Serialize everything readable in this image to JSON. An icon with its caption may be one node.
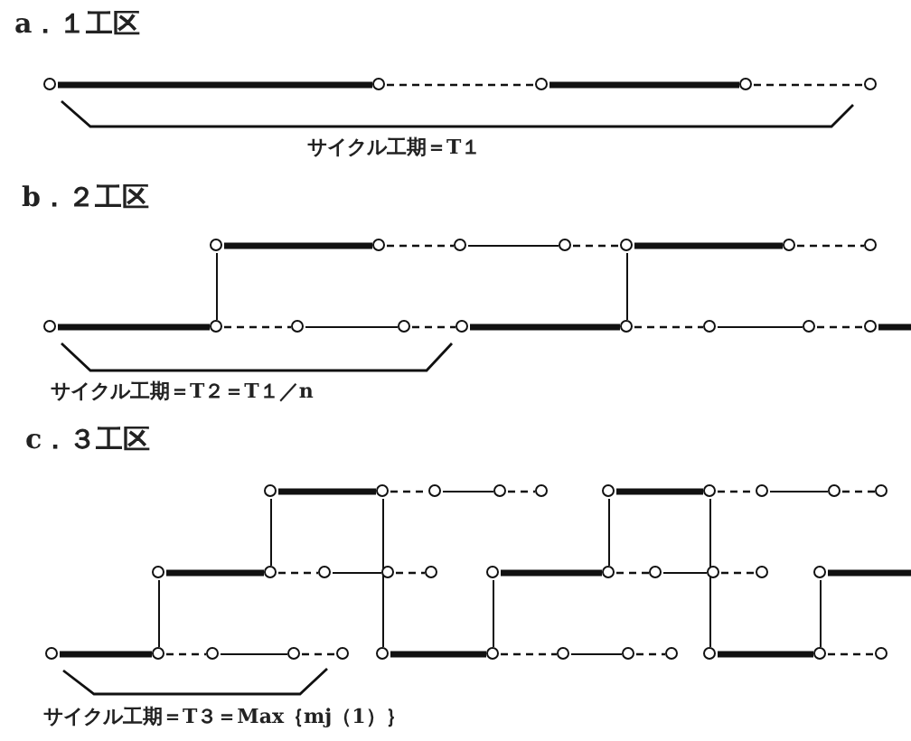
{
  "diagram": {
    "nodes": [
      {
        "text": [],
        "shape": "circle"
      },
      {
        "text": [],
        "shape": "circle"
      },
      {
        "text": [],
        "shape": "circle"
      },
      {
        "text": [],
        "shape": "circle"
      },
      {
        "text": [],
        "shape": "circle"
      },
      {
        "text": [],
        "shape": "circle"
      },
      {
        "text": [],
        "shape": "circle"
      },
      {
        "text": [],
        "shape": "circle"
      },
      {
        "text": [],
        "shape": "circle"
      },
      {
        "text": [],
        "shape": "circle"
      },
      {
        "text": [],
        "shape": "circle"
      },
      {
        "text": [],
        "shape": "circle"
      },
      {
        "text": [],
        "shape": "circle"
      },
      {
        "text": [],
        "shape": "circle"
      },
      {
        "text": [],
        "shape": "circle"
      },
      {
        "text": [],
        "shape": "circle"
      },
      {
        "text": [],
        "shape": "circle"
      },
      {
        "text": [],
        "shape": "circle"
      },
      {
        "text": [],
        "shape": "circle"
      },
      {
        "text": [],
        "shape": "circle"
      },
      {
        "text": [],
        "shape": "circle"
      },
      {
        "text": [],
        "shape": "circle"
      },
      {
        "text": [],
        "shape": "circle"
      },
      {
        "text": [],
        "shape": "circle"
      },
      {
        "text": [],
        "shape": "circle"
      },
      {
        "text": [],
        "shape": "circle"
      },
      {
        "text": [],
        "shape": "circle"
      },
      {
        "text": [],
        "shape": "circle"
      },
      {
        "text": [],
        "shape": "circle"
      },
      {
        "text": [],
        "shape": "circle"
      },
      {
        "text": [],
        "shape": "circle"
      },
      {
        "text": [],
        "shape": "circle"
      },
      {
        "text": [],
        "shape": "circle"
      },
      {
        "text": [],
        "shape": "circle"
      },
      {
        "text": [],
        "shape": "circle"
      },
      {
        "text": [],
        "shape": "circle"
      },
      {
        "text": [],
        "shape": "circle"
      },
      {
        "text": [],
        "shape": "circle"
      },
      {
        "text": [],
        "shape": "circle"
      },
      {
        "text": [],
        "shape": "circle"
      },
      {
        "text": [],
        "shape": "circle"
      },
      {
        "text": [],
        "shape": "circle"
      },
      {
        "text": [],
        "shape": "circle"
      },
      {
        "text": [],
        "shape": "circle"
      },
      {
        "text": [],
        "shape": "circle"
      },
      {
        "text": [],
        "shape": "circle"
      },
      {
        "text": [],
        "shape": "circle"
      },
      {
        "text": [],
        "shape": "circle"
      },
      {
        "text": [],
        "shape": "circle"
      },
      {
        "text": [],
        "shape": "circle"
      },
      {
        "text": [],
        "shape": "circle"
      },
      {
        "text": [],
        "shape": "circle"
      },
      {
        "text": [],
        "shape": "circle"
      },
      {
        "text": [],
        "shape": "circle"
      },
      {
        "text": [],
        "shape": "circle"
      }
    ],
    "edges": [
      {
        "from": 0,
        "to": 1,
        "arrow": "none",
        "style": "thick"
      },
      {
        "from": 1,
        "to": 2,
        "arrow": "none",
        "style": "dashed"
      },
      {
        "from": 2,
        "to": 3,
        "arrow": "none",
        "style": "thick"
      },
      {
        "from": 3,
        "to": 4,
        "arrow": "none",
        "style": "dashed"
      },
      {
        "from": 5,
        "to": 6,
        "arrow": "none",
        "style": "thick"
      },
      {
        "from": 6,
        "to": 7,
        "arrow": "none",
        "style": "dashed"
      },
      {
        "from": 7,
        "to": 8,
        "arrow": "none"
      },
      {
        "from": 8,
        "to": 9,
        "arrow": "none",
        "style": "dashed"
      },
      {
        "from": 9,
        "to": 10,
        "arrow": "none",
        "style": "thick"
      },
      {
        "from": 10,
        "to": 11,
        "arrow": "none",
        "style": "dashed"
      },
      {
        "from": 12,
        "to": 13,
        "arrow": "none",
        "style": "thick"
      },
      {
        "from": 13,
        "to": 14,
        "arrow": "none",
        "style": "dashed"
      },
      {
        "from": 14,
        "to": 15,
        "arrow": "none"
      },
      {
        "from": 15,
        "to": 16,
        "arrow": "none",
        "style": "dashed"
      },
      {
        "from": 16,
        "to": 17,
        "arrow": "none",
        "style": "thick"
      },
      {
        "from": 17,
        "to": 18,
        "arrow": "none",
        "style": "dashed"
      },
      {
        "from": 18,
        "to": 19,
        "arrow": "none"
      },
      {
        "from": 19,
        "to": 20,
        "arrow": "none",
        "style": "dashed"
      },
      {
        "from": 20,
        "to": null,
        "arrow": "none",
        "style": "thick"
      },
      {
        "from": 13,
        "to": 5,
        "arrow": "none"
      },
      {
        "from": 9,
        "to": 17,
        "arrow": "none"
      },
      {
        "from": 21,
        "to": 22,
        "arrow": "none",
        "style": "thick"
      },
      {
        "from": 22,
        "to": 23,
        "arrow": "none",
        "style": "dashed"
      },
      {
        "from": 23,
        "to": 24,
        "arrow": "none"
      },
      {
        "from": 24,
        "to": 25,
        "arrow": "none",
        "style": "dashed"
      },
      {
        "from": 26,
        "to": 27,
        "arrow": "none",
        "style": "thick"
      },
      {
        "from": 27,
        "to": 28,
        "arrow": "none",
        "style": "dashed"
      },
      {
        "from": 28,
        "to": 29,
        "arrow": "none"
      },
      {
        "from": 29,
        "to": 30,
        "arrow": "none",
        "style": "dashed"
      },
      {
        "from": 31,
        "to": 32,
        "arrow": "none",
        "style": "thick"
      },
      {
        "from": 32,
        "to": 33,
        "arrow": "none",
        "style": "dashed"
      },
      {
        "from": 33,
        "to": 34,
        "arrow": "none"
      },
      {
        "from": 34,
        "to": 35,
        "arrow": "none",
        "style": "dashed"
      },
      {
        "from": 36,
        "to": 37,
        "arrow": "none",
        "style": "thick"
      },
      {
        "from": 37,
        "to": 38,
        "arrow": "none",
        "style": "dashed"
      },
      {
        "from": 38,
        "to": 39,
        "arrow": "none"
      },
      {
        "from": 39,
        "to": 40,
        "arrow": "none",
        "style": "dashed"
      },
      {
        "from": 41,
        "to": null,
        "arrow": "none",
        "style": "thick"
      },
      {
        "from": 42,
        "to": 43,
        "arrow": "none",
        "style": "thick"
      },
      {
        "from": 43,
        "to": 44,
        "arrow": "none",
        "style": "dashed"
      },
      {
        "from": 44,
        "to": 45,
        "arrow": "none"
      },
      {
        "from": 45,
        "to": 46,
        "arrow": "none",
        "style": "dashed"
      },
      {
        "from": 47,
        "to": 48,
        "arrow": "none",
        "style": "thick"
      },
      {
        "from": 48,
        "to": 49,
        "arrow": "none",
        "style": "dashed"
      },
      {
        "from": 49,
        "to": 50,
        "arrow": "none"
      },
      {
        "from": 50,
        "to": 51,
        "arrow": "none",
        "style": "dashed"
      },
      {
        "from": 52,
        "to": 53,
        "arrow": "none",
        "style": "thick"
      },
      {
        "from": 53,
        "to": 54,
        "arrow": "none",
        "style": "dashed"
      },
      {
        "from": 31,
        "to": 43,
        "arrow": "none"
      },
      {
        "from": 21,
        "to": 32,
        "arrow": "none"
      },
      {
        "from": 22,
        "to": 47,
        "arrow": "none"
      },
      {
        "from": 36,
        "to": 48,
        "arrow": "none"
      },
      {
        "from": 26,
        "to": 37,
        "arrow": "none"
      },
      {
        "from": 27,
        "to": 52,
        "arrow": "none"
      },
      {
        "from": 41,
        "to": 53,
        "arrow": "none"
      }
    ],
    "labels": [
      "a．１工区",
      "サイクル工期＝T１",
      "b．２工区",
      "サイクル工期＝T２＝T１／n",
      "c．３工区",
      "サイクル工期＝T３＝Max｛mj（1）｝"
    ]
  }
}
